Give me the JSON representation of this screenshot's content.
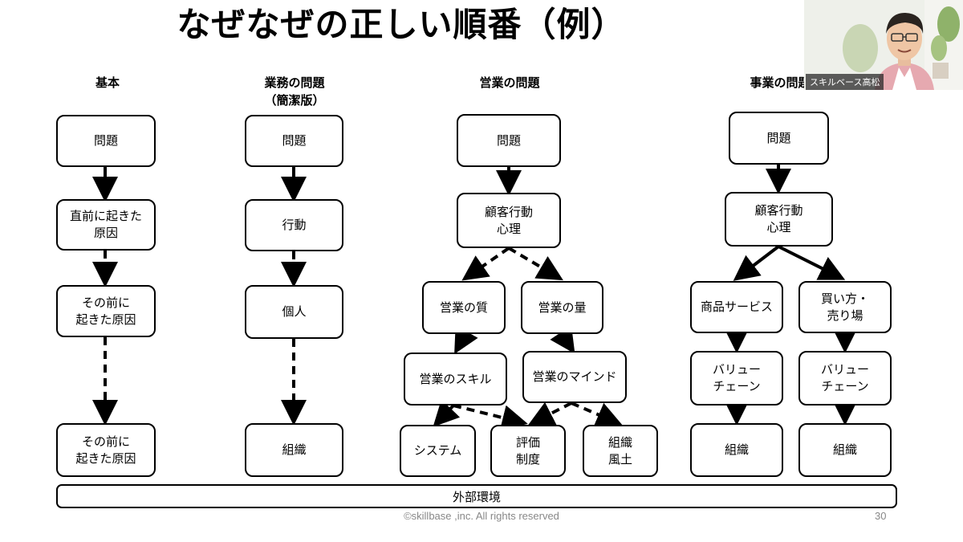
{
  "slide": {
    "title": "なぜなぜの正しい順番（例）",
    "footer_bar": "外部環境",
    "copyright": "©skillbase ,inc. All rights reserved",
    "page_number": "30"
  },
  "columns": [
    {
      "heading": "基本",
      "boxes": [
        "問題",
        "直前に起きた\n原因",
        "その前に\n起きた原因",
        "その前に\n起きた原因"
      ]
    },
    {
      "heading": "業務の問題\n（簡潔版）",
      "boxes": [
        "問題",
        "行動",
        "個人",
        "組織"
      ]
    },
    {
      "heading": "営業の問題",
      "boxes": [
        "問題",
        "顧客行動\n心理",
        "営業の質",
        "営業の量",
        "営業のスキル",
        "営業のマインド",
        "システム",
        "評価\n制度",
        "組織\n風土"
      ]
    },
    {
      "heading": "事業の問題",
      "boxes": [
        "問題",
        "顧客行動\n心理",
        "商品サービス",
        "買い方・\n売り場",
        "バリュー\nチェーン",
        "バリュー\nチェーン",
        "組織",
        "組織"
      ]
    }
  ],
  "presenter": {
    "name_label": "スキルベース高松"
  },
  "colors": {
    "background": "#ffffff",
    "box_border": "#000000",
    "footer_text": "#888888"
  }
}
